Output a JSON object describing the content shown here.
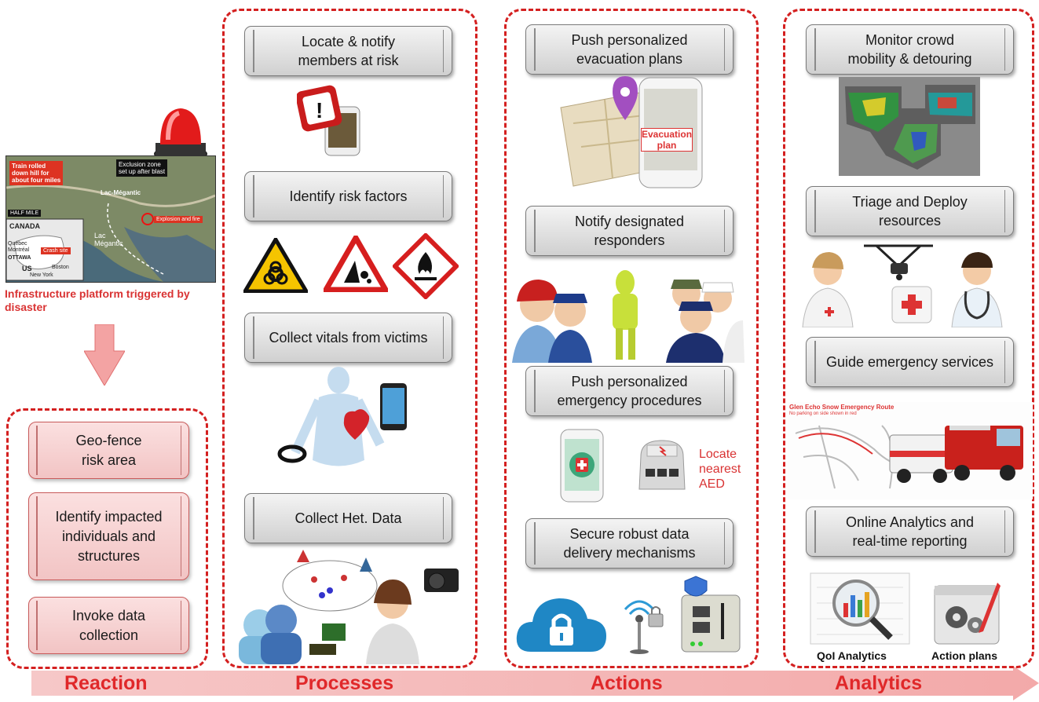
{
  "stages": [
    "Reaction",
    "Processes",
    "Actions",
    "Analytics"
  ],
  "reaction": {
    "map": {
      "callout_train": "Train rolled\ndown hill for\nabout four miles",
      "callout_exclusion": "Exclusion zone\nset up after blast",
      "town": "Lac-Mégantic",
      "lake": "Lac\nMégantic",
      "callout_explosion": "Explosion and fire",
      "half_mile": "HALF MILE",
      "inset_canada": "CANADA",
      "inset_quebec": "Québec",
      "inset_montreal": "Montréal",
      "inset_ottawa": "OTTAWA",
      "inset_us": "US",
      "inset_boston": "Boston",
      "inset_newyork": "New York",
      "inset_crash": "Crash site"
    },
    "trigger_caption": "Infrastructure platform triggered by disaster",
    "steps": [
      "Geo-fence\nrisk area",
      "Identify impacted\nindividuals and\nstructures",
      "Invoke data\ncollection"
    ]
  },
  "processes": {
    "steps": [
      "Locate & notify\nmembers at risk",
      "Identify risk factors",
      "Collect vitals from victims",
      "Collect Het. Data"
    ]
  },
  "actions": {
    "steps": [
      "Push personalized\nevacuation plans",
      "Notify designated\nresponders",
      "Push personalized\nemergency procedures",
      "Secure robust data\ndelivery mechanisms"
    ],
    "evacuation_plan_label": "Evacuation\nplan",
    "aed_label": "Locate\nnearest\nAED"
  },
  "analytics": {
    "steps": [
      "Monitor crowd\nmobility & detouring",
      "Triage and Deploy\nresources",
      "Guide emergency services",
      "Online Analytics and\nreal-time reporting"
    ],
    "route_title": "Glen Echo Snow Emergency Route",
    "route_subtitle": "No parking on side shown in red",
    "qol_label": "QoI Analytics",
    "action_plans_label": "Action plans"
  },
  "colors": {
    "accent": "#e0282a",
    "dash": "#d42020",
    "arrow": "#f4a8a8"
  }
}
